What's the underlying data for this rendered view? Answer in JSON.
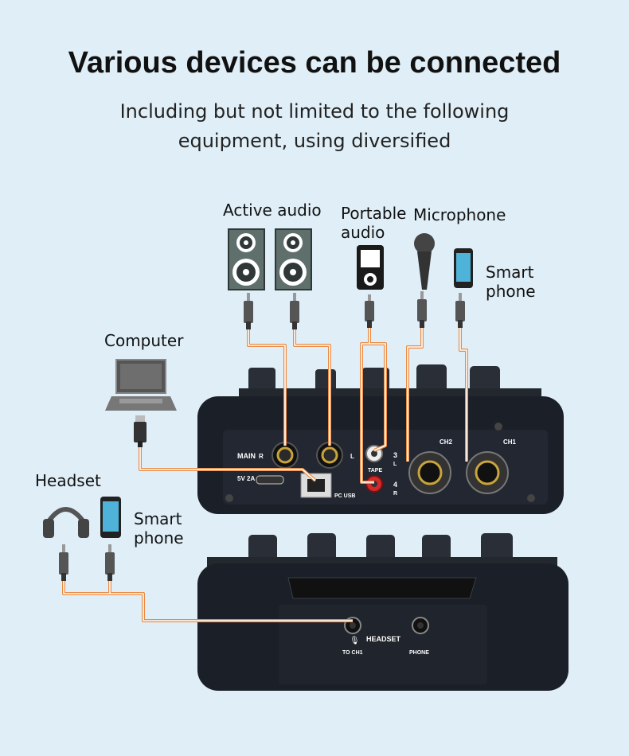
{
  "header": {
    "title": "Various devices can be connected",
    "subtitle_line1": "Including but not limited to the following",
    "subtitle_line2": "equipment, using diversified"
  },
  "devices": {
    "active_audio": "Active audio",
    "portable_audio_line1": "Portable",
    "portable_audio_line2": "audio",
    "microphone": "Microphone",
    "smart_phone_top_line1": "Smart",
    "smart_phone_top_line2": "phone",
    "computer": "Computer",
    "headset": "Headset",
    "smart_phone_bottom_line1": "Smart",
    "smart_phone_bottom_line2": "phone"
  },
  "mixer_rear": {
    "main": "MAIN",
    "r": "R",
    "l": "L",
    "power": "5V 2A",
    "pc_usb": "PC USB",
    "tape": "TAPE",
    "ch3": "3",
    "ch3_sub": "L",
    "ch4": "4",
    "ch4_sub": "R",
    "ch2": "CH2",
    "ch1": "CH1"
  },
  "mixer_front": {
    "headset": "HEADSET",
    "to_ch1": "TO CH1",
    "phone": "PHONE"
  },
  "colors": {
    "background": "#dfeef7",
    "cable": "#e98a43",
    "speaker": "#5f6f6c",
    "device_body": "#1b1f27"
  }
}
